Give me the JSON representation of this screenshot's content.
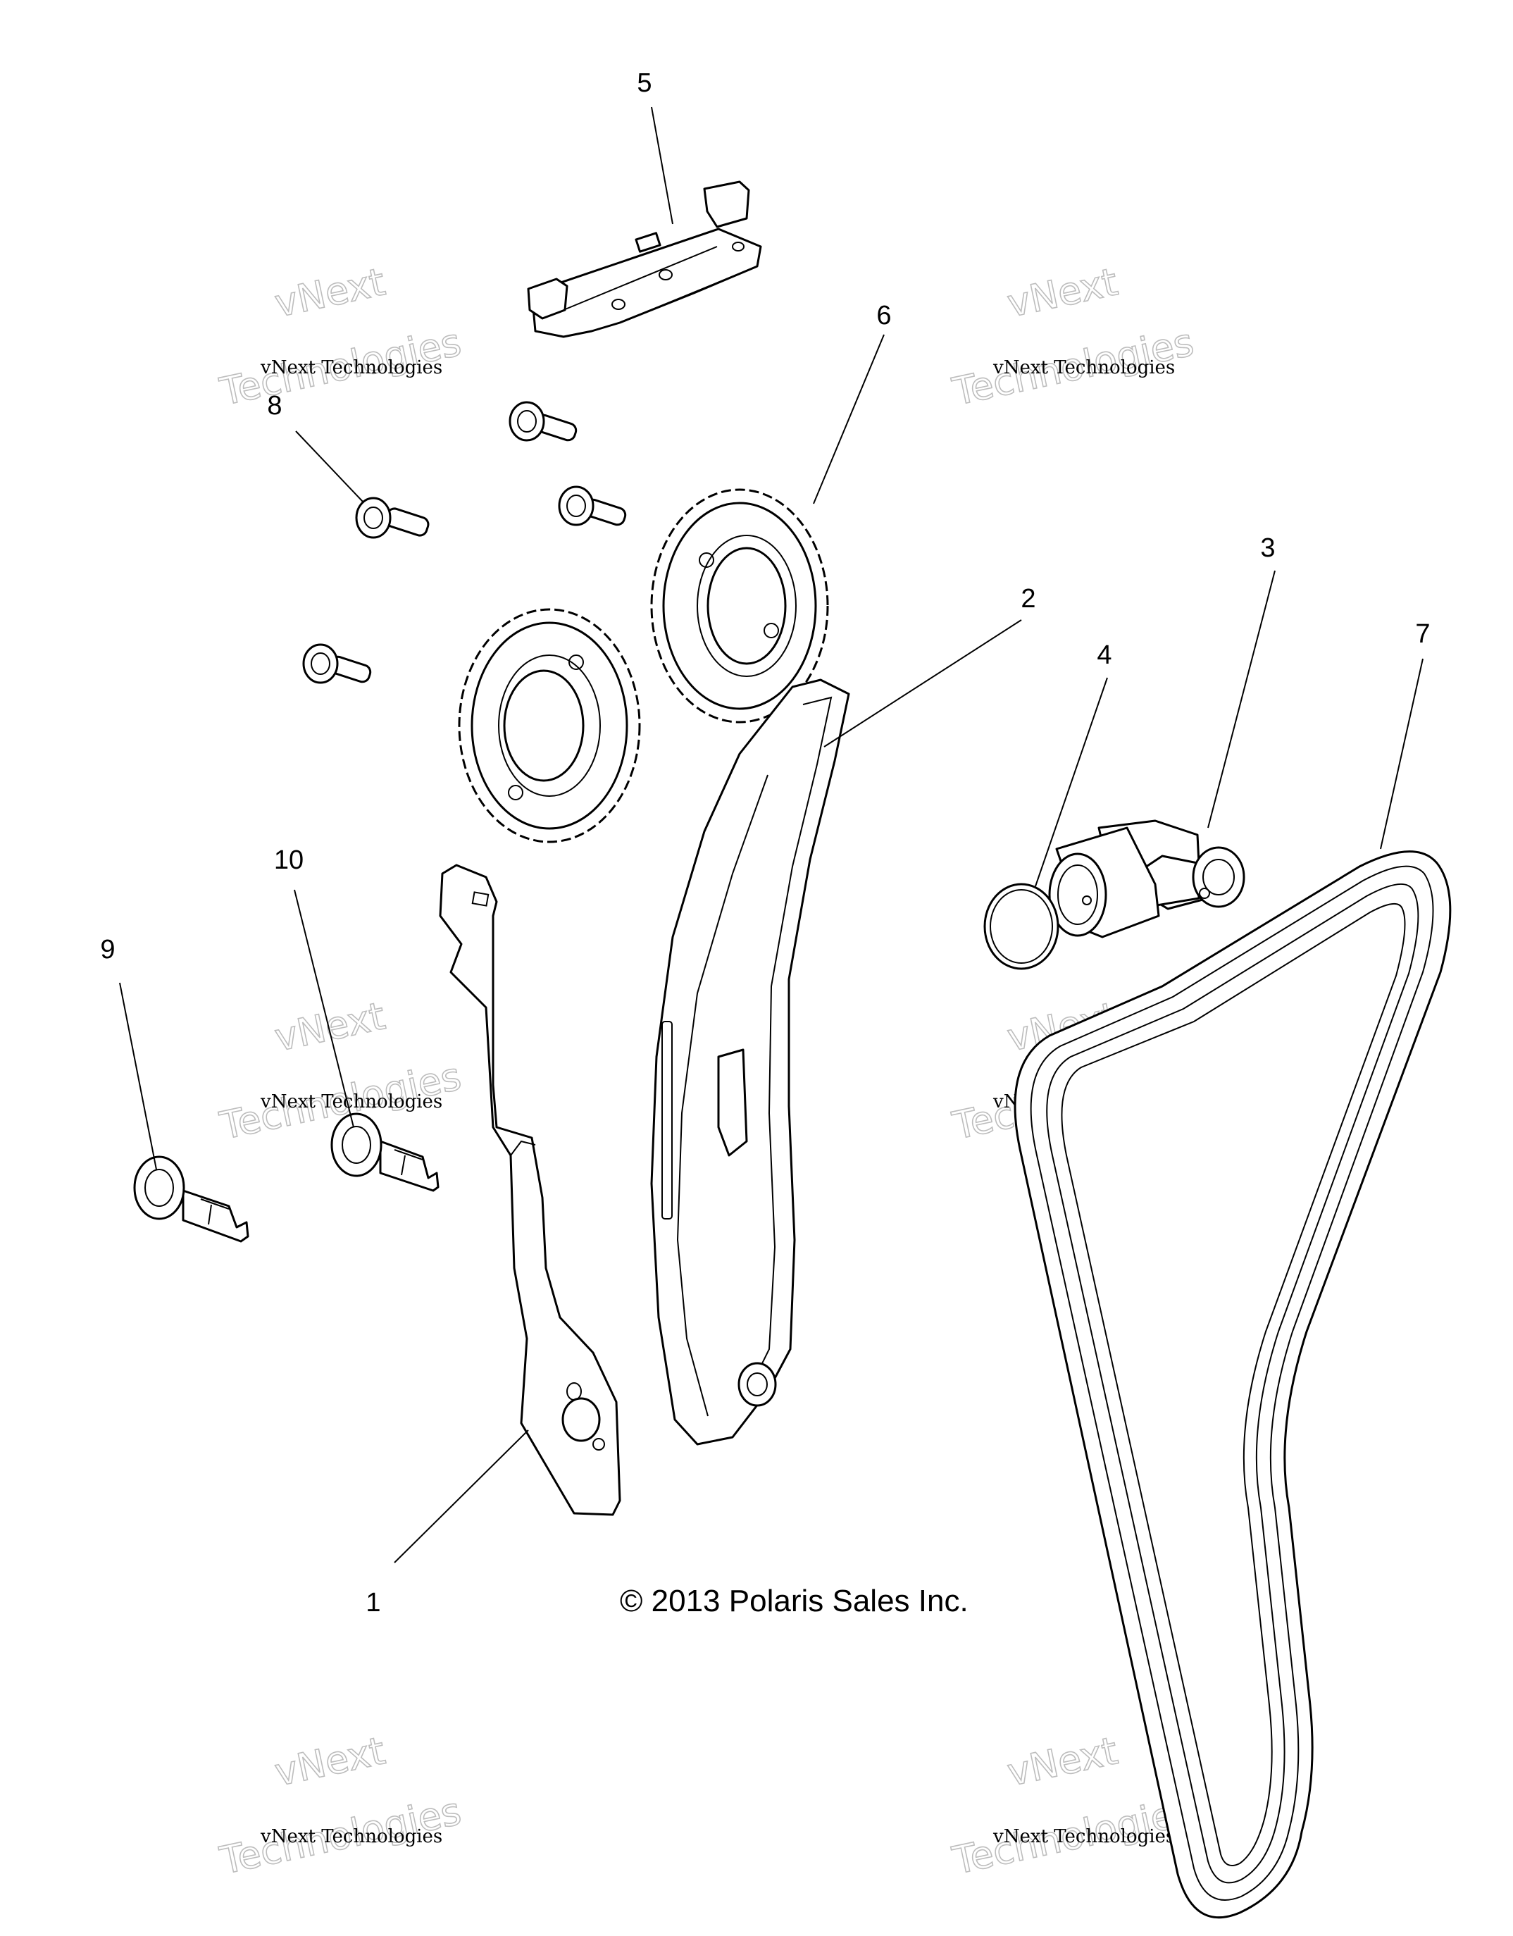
{
  "callouts": {
    "c1": "1",
    "c2": "2",
    "c3": "3",
    "c4": "4",
    "c5": "5",
    "c6": "6",
    "c7": "7",
    "c8": "8",
    "c9": "9",
    "c10": "10"
  },
  "copyright": "© 2013 Polaris Sales Inc.",
  "watermark": {
    "line_small": "vNext Technologies",
    "line_top": "vNext",
    "line_bottom": "Technologies"
  }
}
